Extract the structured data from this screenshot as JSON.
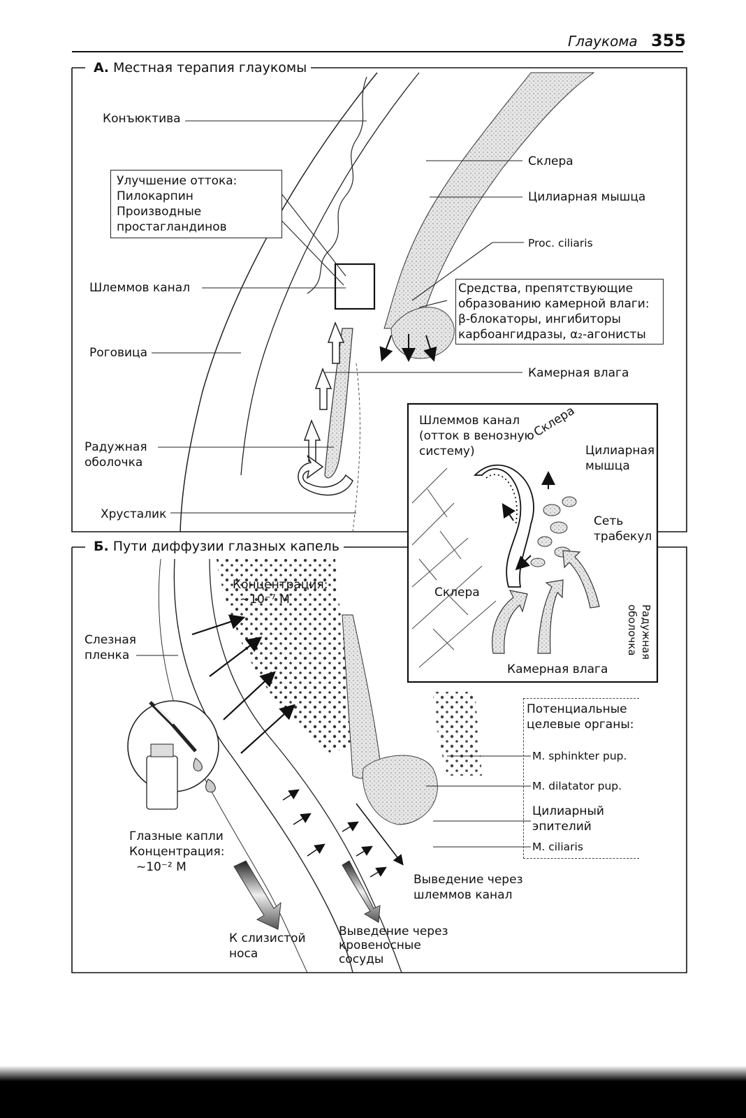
{
  "running_head": {
    "title": "Глаукома",
    "page": "355"
  },
  "panel_a": {
    "letter": "А.",
    "title": "Местная терапия глаукомы",
    "labels": {
      "conjunctiva": "Конъюктива",
      "sclera": "Склера",
      "ciliary_muscle": "Цилиарная мышца",
      "proc_ciliaris": "Proc. ciliaris",
      "schlemm_canal": "Шлеммов канал",
      "cornea": "Роговица",
      "aqueous": "Камерная влага",
      "iris": [
        "Радужная",
        "оболочка"
      ],
      "lens": "Хрусталик"
    },
    "outflow_box": [
      "Улучшение оттока:",
      "Пилокарпин",
      "Производные",
      "простагландинов"
    ],
    "production_box": [
      "Средства, препятствующие",
      "образованию камерной влаги:",
      "β-блокаторы, ингибиторы",
      "карбоангидразы, α₂-агонисты"
    ]
  },
  "inset": {
    "schlemm": [
      "Шлеммов канал",
      "(отток в венозную",
      "систему)"
    ],
    "sclera_top": "Склера",
    "ciliary": [
      "Цилиарная",
      "мышца"
    ],
    "trabecular": [
      "Сеть",
      "трабекул"
    ],
    "sclera_left": "Склера",
    "iris": "Радужная оболочка",
    "aqueous": "Камерная влага"
  },
  "panel_b": {
    "letter": "Б.",
    "title": "Пути диффузии глазных капель",
    "concentration": [
      "Концентрация:",
      "~10⁻⁷ М"
    ],
    "tear_film": [
      "Слезная",
      "пленка"
    ],
    "drops": [
      "Глазные капли",
      "Концентрация:",
      "~10⁻² М"
    ],
    "targets_title": [
      "Потенциальные",
      "целевые органы:"
    ],
    "targets": [
      "M. sphinkter pup.",
      "M. dilatator pup.",
      "Цилиарный",
      "эпителий",
      "M. ciliaris"
    ],
    "schlemm_exit": [
      "Выведение через",
      "шлеммов канал"
    ],
    "nose": [
      "К слизистой",
      "носа"
    ],
    "blood_exit": [
      "Выведение через",
      "кровеносные",
      "сосуды"
    ]
  },
  "colors": {
    "ink": "#111111",
    "shade": "#9a9a9a",
    "light_shade": "#d9d9d9"
  }
}
